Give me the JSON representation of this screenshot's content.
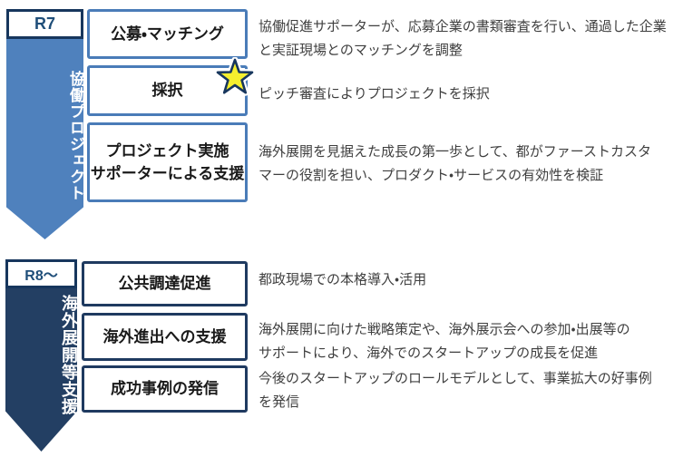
{
  "colors": {
    "top_accent": "#4f81bd",
    "top_border": "#4a7cb8",
    "bottom_accent": "#233f63",
    "bottom_border": "#1f3a60",
    "tag_border": "#17365d",
    "tag_text": "#1f4e79",
    "desc_text": "#3f3f3f",
    "star_fill": "#f5ef2e",
    "star_stroke": "#17365d"
  },
  "phases": [
    {
      "tag": "R7",
      "title": "協働プロジェクト",
      "steps": [
        {
          "label": "公募・マッチング",
          "desc": "協働促進サポーターが、応募企業の書類審査を行い、通過した企業\nと実証現場とのマッチングを調整"
        },
        {
          "label": "採択",
          "has_star": true,
          "star_icon": "star-icon",
          "desc": "ピッチ審査によりプロジェクトを採択"
        },
        {
          "label": "プロジェクト実施\nサポーターによる支援",
          "desc": "海外展開を見据えた成長の第一歩として、都がファーストカスタ\nマーの役割を担い、プロダクト・サービスの有効性を検証"
        }
      ]
    },
    {
      "tag": "R8～",
      "title": "海外展開等支援",
      "steps": [
        {
          "label": "公共調達促進",
          "desc": "都政現場での本格導入・活用"
        },
        {
          "label": "海外進出への支援",
          "desc": "海外展開に向けた戦略策定や、海外展示会への参加・出展等の\nサポートにより、海外でのスタートアップの成長を促進"
        },
        {
          "label": "成功事例の発信",
          "desc": "今後のスタートアップのロールモデルとして、事業拡大の好事例\nを発信"
        }
      ]
    }
  ]
}
